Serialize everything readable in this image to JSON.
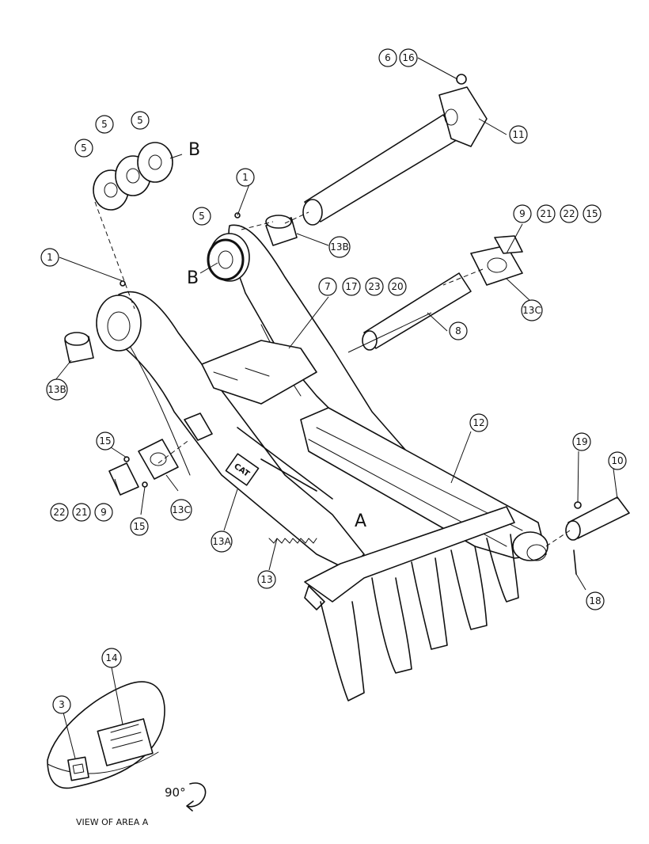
{
  "callouts": {
    "c6": "6",
    "c16": "16",
    "c11": "11",
    "c5a": "5",
    "c5b": "5",
    "c5c": "5",
    "c5d": "5",
    "c1a": "1",
    "c1b": "1",
    "c9a": "9",
    "c21a": "21",
    "c22a": "22",
    "c15a": "15",
    "c13b_top": "13B",
    "c13c_right": "13C",
    "c7": "7",
    "c17": "17",
    "c23": "23",
    "c20": "20",
    "c8": "8",
    "c13b_left": "13B",
    "c12": "12",
    "c19": "19",
    "c10": "10",
    "c15b": "15",
    "c13c_left": "13C",
    "c22b": "22",
    "c21b": "21",
    "c9b": "9",
    "c15c": "15",
    "c13a": "13A",
    "c13": "13",
    "c18": "18",
    "c14": "14",
    "c3": "3"
  },
  "labels": {
    "b_top": "B",
    "b_left": "B",
    "area_a": "A",
    "rotation": "90°",
    "decal": "CAT",
    "view_caption": "VIEW OF AREA A"
  }
}
